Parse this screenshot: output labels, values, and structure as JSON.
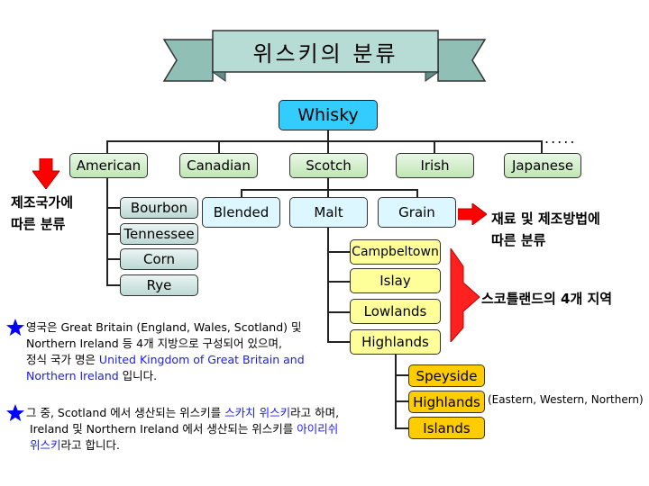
{
  "title": "위스키의 분류",
  "root": "Whisky",
  "ellipsis": ".....",
  "countries": [
    "American",
    "Canadian",
    "Scotch",
    "Irish",
    "Japanese"
  ],
  "american_types": [
    "Bourbon",
    "Tennessee",
    "Corn",
    "Rye"
  ],
  "scotch_types": [
    "Blended",
    "Malt",
    "Grain"
  ],
  "malt_regions": [
    "Campbeltown",
    "Islay",
    "Lowlands",
    "Highlands"
  ],
  "highland_sub": [
    "Speyside",
    "Highlands",
    "Islands"
  ],
  "highland_directions": "(Eastern, Western, Northern)",
  "label_country": [
    "제조국가에",
    "따른 분류"
  ],
  "label_material": [
    "재료 및 제조방법에",
    "따른 분류"
  ],
  "label_region": "스코틀랜드의 4개 지역",
  "note1": {
    "line1": "영국은 Great Britain (England, Wales, Scotland) 및",
    "line2": "Northern Ireland 등 4개 지방으로 구성되어 있으며,",
    "line3_a": "정식 국가 명은 ",
    "line3_b": "United Kingdom of Great Britain and",
    "line4_a": "Northern Ireland",
    "line4_b": " 입니다."
  },
  "note2": {
    "line1_a": "그 중, Scotland 에서 생산되는 위스키를 ",
    "line1_b": "스카치 위스키",
    "line1_c": "라고 하며,",
    "line2_a": "Ireland 및 Northern Ireland 에서 생산되는 위스키를 ",
    "line2_b": "아이리쉬",
    "line3_a": "위스키",
    "line3_b": "라고 합니다."
  },
  "colors": {
    "root": "#33ccff",
    "country": "#bfe6b4",
    "american_type": "#bcd9d5",
    "scotch_type": "#dcf7ff",
    "region": "#ffff99",
    "highland_sub": "#ffcc00",
    "arrow": "#ff0000",
    "star": "#0000ff",
    "banner": "#b7dcd5"
  },
  "icons": [
    "ribbon-banner",
    "red-arrow-down",
    "red-arrow-right",
    "red-brace-arrow",
    "blue-star-icon"
  ]
}
